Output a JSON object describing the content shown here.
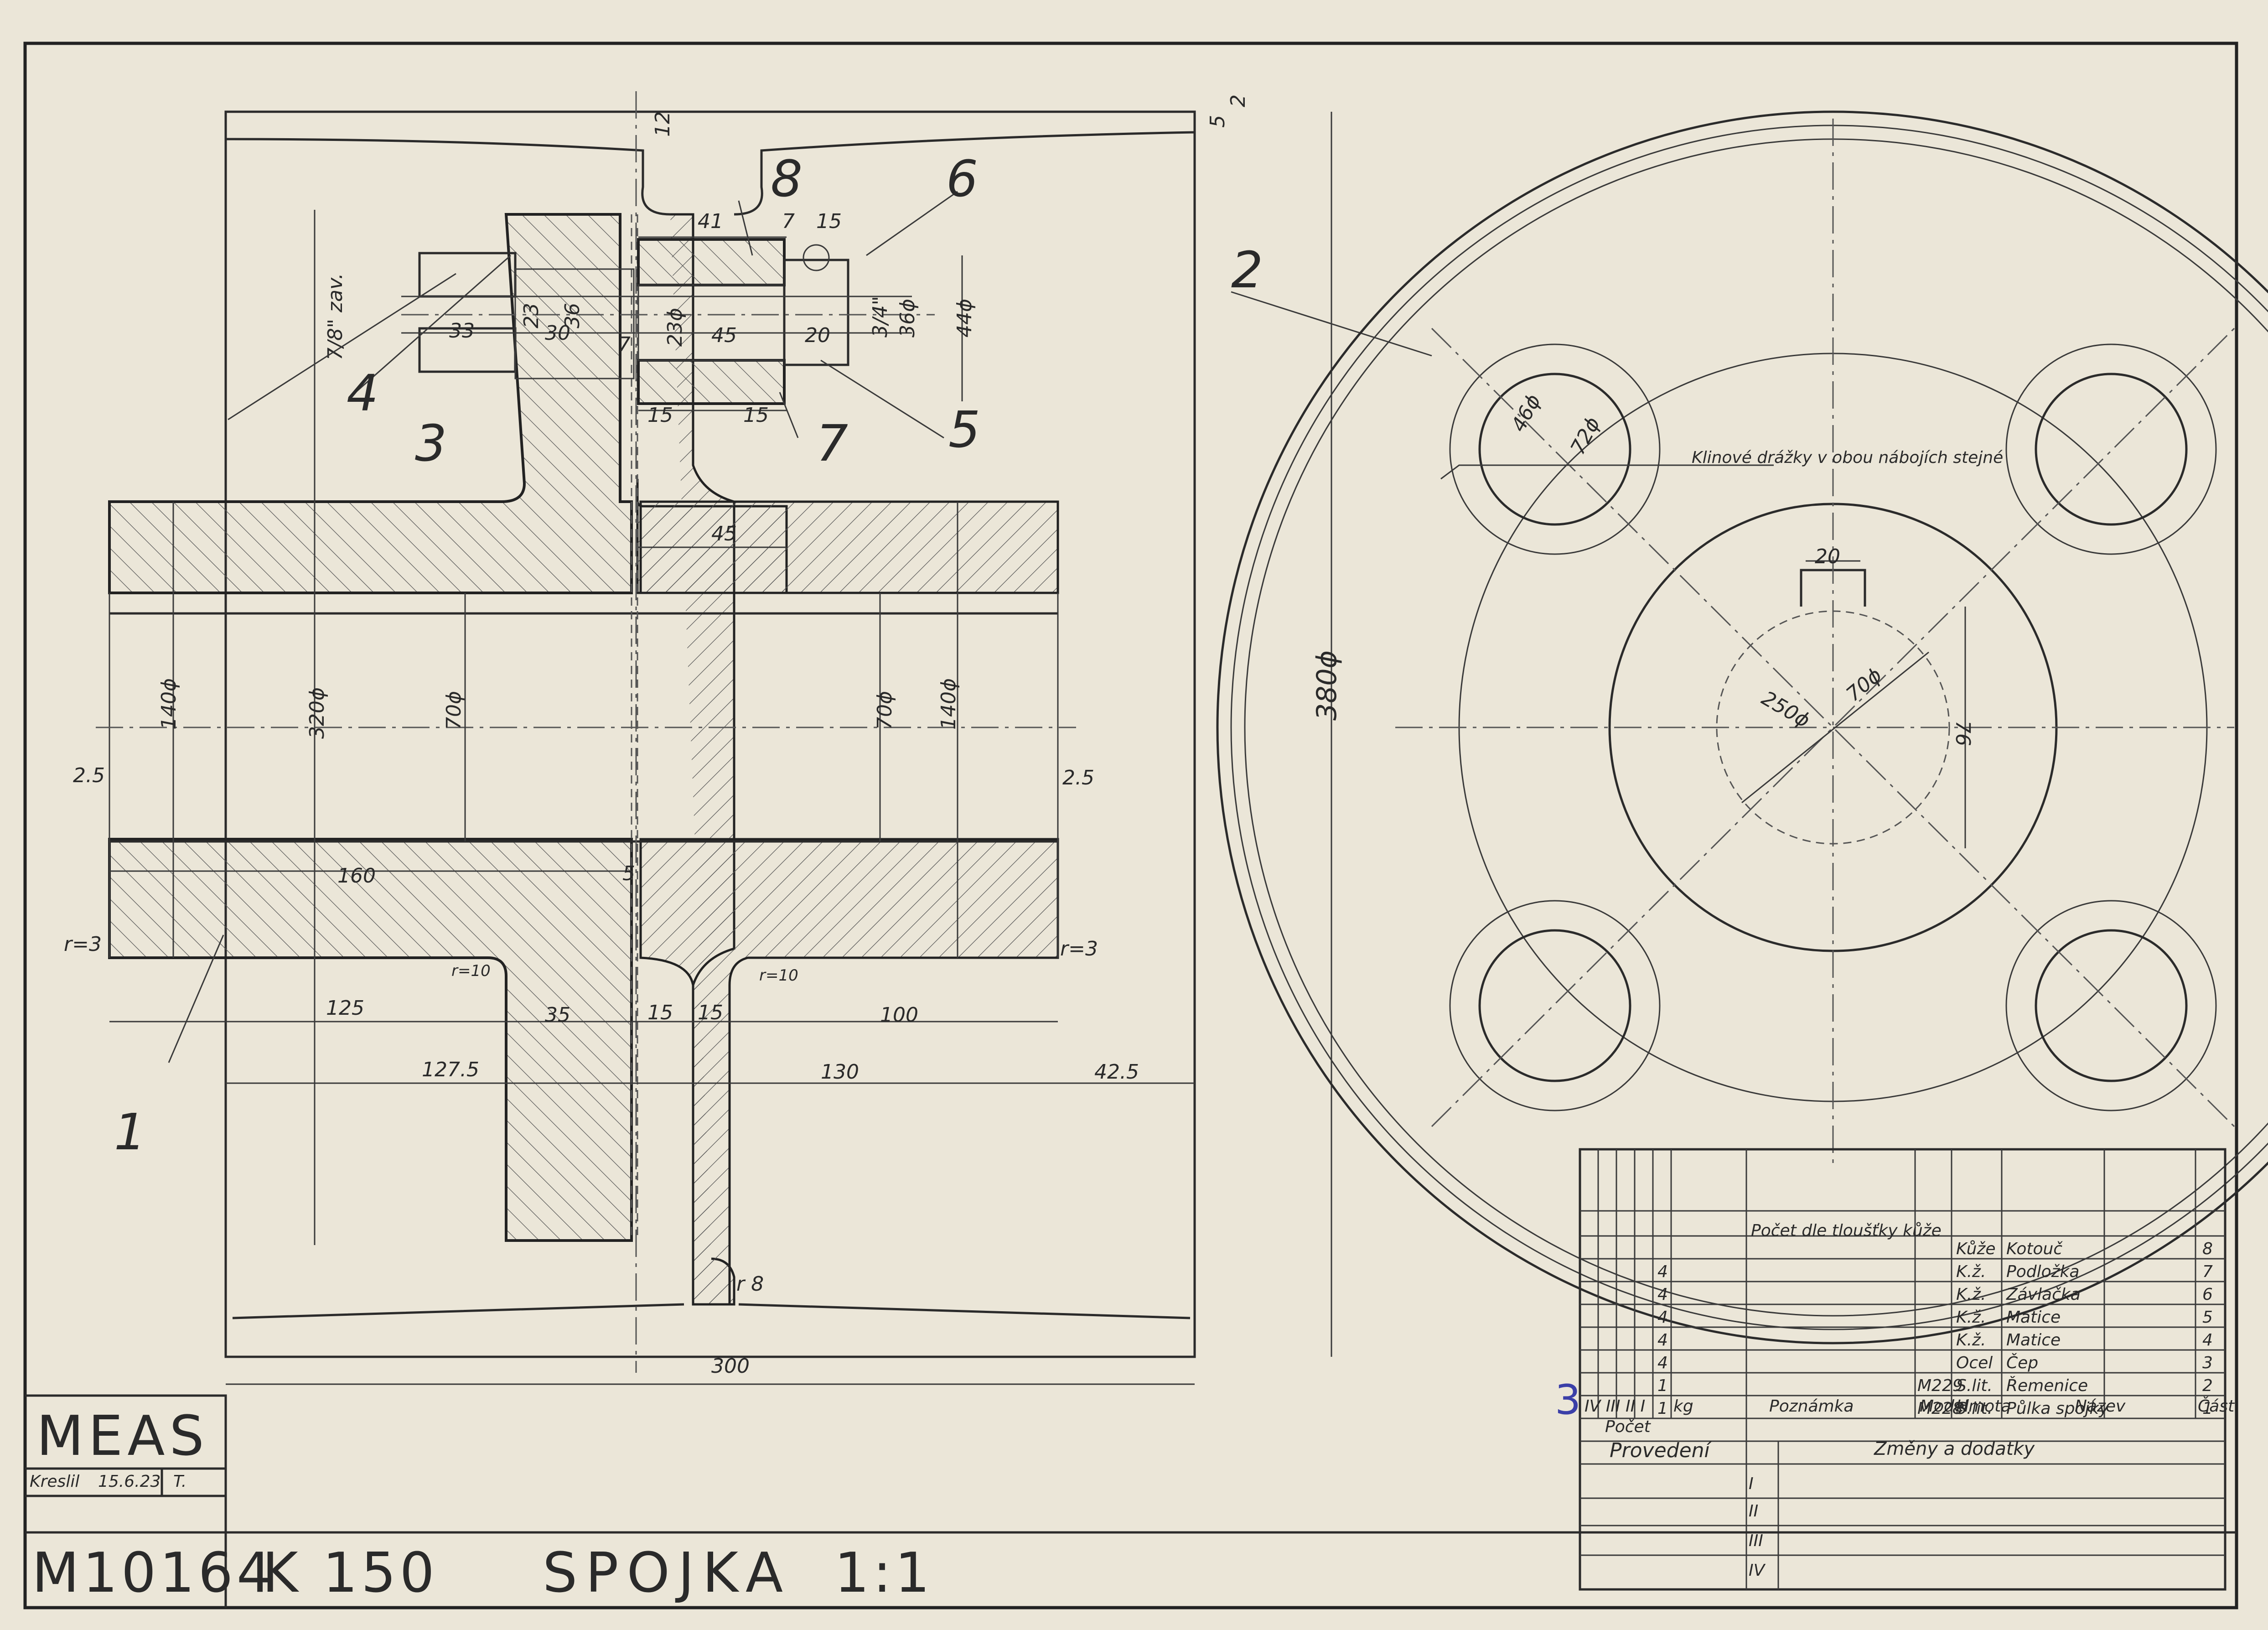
{
  "title_block": {
    "company": "MEAS",
    "drawn_label": "Kreslil",
    "drawn_date": "15.6.23",
    "drawn_by": "T.",
    "drawing_number": "M10164",
    "size_code": "K 150",
    "title": "SPOJKA",
    "scale": "1:1"
  },
  "section_view": {
    "part_refs": [
      "1",
      "2",
      "3",
      "4",
      "5",
      "6",
      "7",
      "8"
    ],
    "dimensions": {
      "d_12": "12",
      "d_5": "5",
      "d_2": "2",
      "d_41": "41",
      "d_7": "7",
      "d_15a": "15",
      "d_7_8": "7/8\" zav.",
      "d_23": "23",
      "d_36": "36",
      "d_33": "33",
      "d_30": "30",
      "d_7b": "7",
      "d_23phi": "23ϕ",
      "d_45": "45",
      "d_20": "20",
      "d_3_4": "3/4\"",
      "d_36phi": "36ϕ",
      "d_44phi": "44ϕ",
      "d_15b": "15",
      "d_15c": "15",
      "d_45b": "45",
      "d_140phi_l": "140ϕ",
      "d_320phi": "320ϕ",
      "d_70phi_l": "70ϕ",
      "d_70phi_r": "70ϕ",
      "d_140phi_r": "140ϕ",
      "d_380phi": "380ϕ",
      "d_2_5_l": "2.5",
      "d_2_5_r": "2.5",
      "d_160": "160",
      "d_5b": "5",
      "d_r3_l": "r=3",
      "d_r3_r": "r=3",
      "d_r10_l": "r=10",
      "d_r10_r": "r=10",
      "d_125": "125",
      "d_35": "35",
      "d_15d": "15",
      "d_15e": "15",
      "d_100": "100",
      "d_127_5": "127.5",
      "d_130": "130",
      "d_42_5": "42.5",
      "d_r8": "r 8",
      "d_300": "300"
    }
  },
  "end_view": {
    "note": "Klinové drážky v obou nábojích stejné",
    "dimensions": {
      "d_46phi": "46ϕ",
      "d_72phi": "72ϕ",
      "d_20": "20",
      "d_250phi": "250ϕ",
      "d_70phi": "70ϕ",
      "d_76": "76"
    }
  },
  "parts_list": {
    "header_note": "Počet dle tloušťky kůže",
    "rows": [
      {
        "qty": "",
        "model": "",
        "material": "Kůže",
        "name": "Kotouč",
        "part": "8"
      },
      {
        "qty": "4",
        "model": "",
        "material": "K.ž.",
        "name": "Podložka",
        "part": "7"
      },
      {
        "qty": "4",
        "model": "",
        "material": "K.ž.",
        "name": "Závlačka",
        "part": "6"
      },
      {
        "qty": "4",
        "model": "",
        "material": "K.ž.",
        "name": "Matice",
        "part": "5"
      },
      {
        "qty": "4",
        "model": "",
        "material": "K.ž.",
        "name": "Matice",
        "part": "4"
      },
      {
        "qty": "4",
        "model": "",
        "material": "Ocel",
        "name": "Čep",
        "part": "3"
      },
      {
        "qty": "1",
        "model": "M229",
        "material": "S.lit.",
        "name": "Řemenice",
        "part": "2"
      },
      {
        "qty": "1",
        "model": "M228",
        "material": "S.lit.",
        "name": "Půlka spojky",
        "part": "1"
      }
    ],
    "headers": {
      "variants": "IV III II I",
      "kg": "kg",
      "note": "Poznámka",
      "model": "Model",
      "material": "Hmota",
      "name": "Název",
      "part": "Část",
      "count": "Počet"
    },
    "stamp": "3",
    "execution": "Provedení",
    "changes": "Změny a dodatky",
    "romans": [
      "I",
      "II",
      "III",
      "IV"
    ]
  }
}
